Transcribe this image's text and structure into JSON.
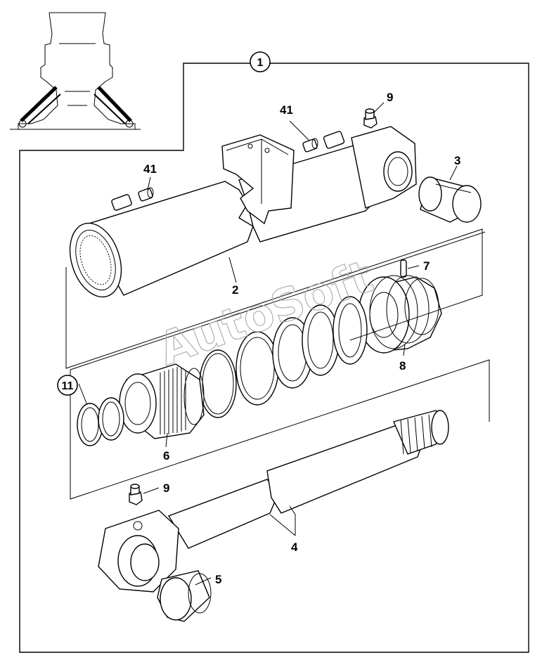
{
  "watermark": "AutoSoft",
  "callouts": {
    "assembly": "1",
    "c2": "2",
    "c3": "3",
    "c4": "4",
    "c5": "5",
    "c6": "6",
    "c7": "7",
    "c8": "8",
    "c9_top": "9",
    "c9_bottom": "9",
    "c11": "11",
    "c41_left": "41",
    "c41_right": "41"
  }
}
